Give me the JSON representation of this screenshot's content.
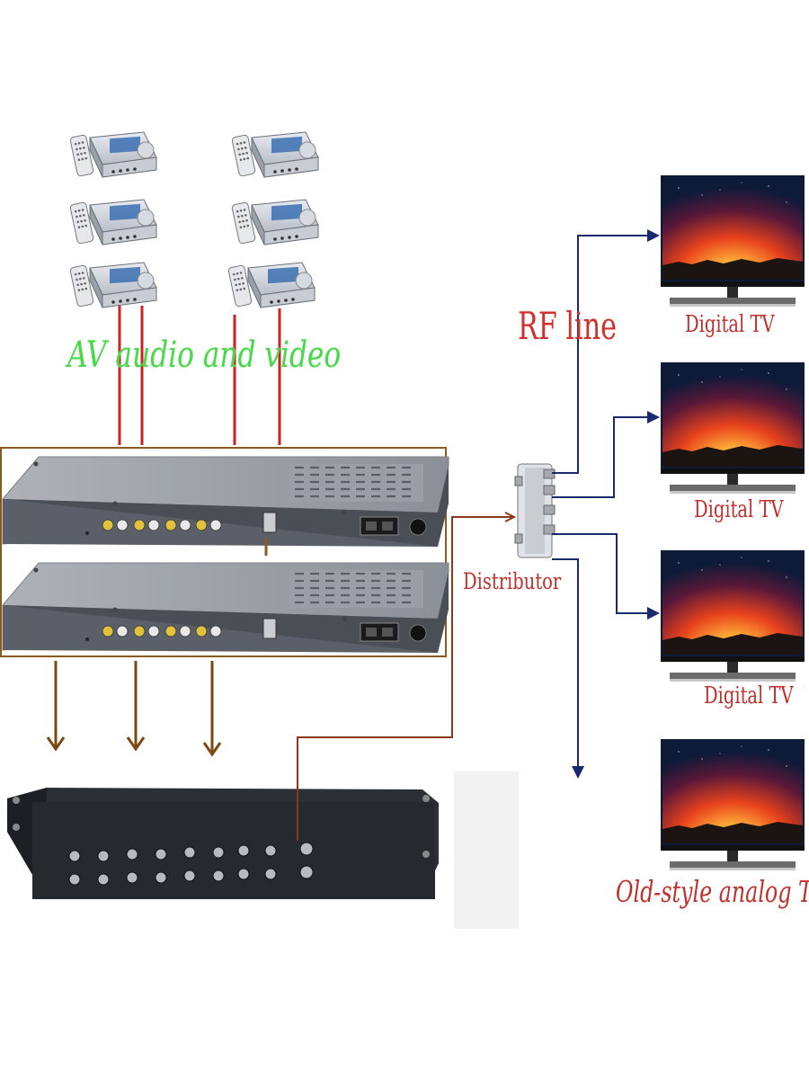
{
  "labels": {
    "av_audio_video": "AV audio and video",
    "rf_line": "RF line",
    "distributor": "Distributor",
    "tv_1": "Digital TV",
    "tv_2": "Digital TV",
    "tv_3": "Digital TV",
    "tv_analog": "Old-style analog TV"
  },
  "colors": {
    "av_label": "#4cd84c",
    "rf_label": "#d0312d",
    "tv_label": "#c0302c",
    "av_cable": "#cc2222",
    "output_arrow": "#7a4a10",
    "rf_arrow": "#1a2a6e",
    "device_frame": "#8a5a20"
  },
  "icons": {
    "receiver": "set-top-box-with-remote-icon",
    "modulator": "rack-modulator-icon",
    "combiner": "rack-combiner-icon",
    "distributor": "rf-splitter-icon",
    "tv": "flat-screen-tv-icon"
  }
}
